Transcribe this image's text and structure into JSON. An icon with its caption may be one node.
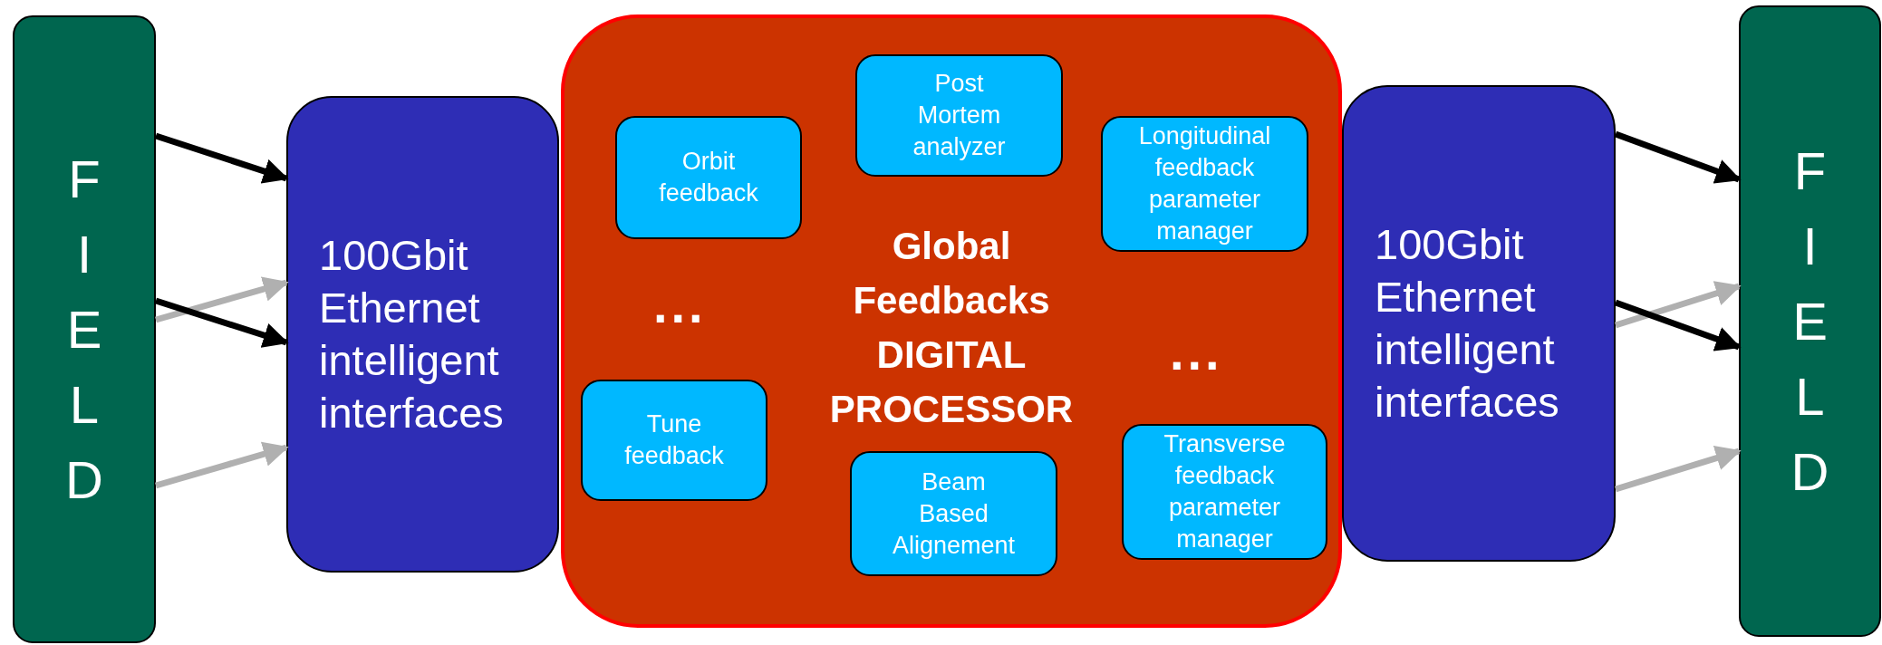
{
  "diagram": {
    "nodes": [
      {
        "text": [
          "FIELD"
        ]
      },
      {
        "text": [
          "100Gbit Ethernet intelligent interfaces"
        ]
      },
      {
        "text": [
          "Global Feedbacks DIGITAL PROCESSOR"
        ]
      },
      {
        "text": [
          "Post Mortem analyzer"
        ],
        "in": 2
      },
      {
        "text": [
          "Orbit feedback"
        ],
        "in": 2
      },
      {
        "text": [
          "Longitudinal feedback parameter manager"
        ],
        "in": 2
      },
      {
        "text": [
          "Tune feedback"
        ],
        "in": 2
      },
      {
        "text": [
          "Transverse feedback parameter manager"
        ],
        "in": 2
      },
      {
        "text": [
          "Beam Based Alignement"
        ],
        "in": 2
      },
      {
        "text": [
          "100Gbit Ethernet intelligent interfaces"
        ]
      },
      {
        "text": [
          "FIELD"
        ]
      }
    ],
    "edges": [
      {
        "from": 0,
        "to": 1,
        "arrow": "to"
      },
      {
        "from": 0,
        "to": 1,
        "arrow": "to",
        "color": "#b0b0b0"
      },
      {
        "from": 0,
        "to": 1,
        "arrow": "to"
      },
      {
        "from": 0,
        "to": 1,
        "arrow": "to",
        "color": "#b0b0b0"
      },
      {
        "from": 9,
        "to": 10,
        "arrow": "to"
      },
      {
        "from": 9,
        "to": 10,
        "arrow": "to",
        "color": "#b0b0b0"
      },
      {
        "from": 9,
        "to": 10,
        "arrow": "to"
      },
      {
        "from": 9,
        "to": 10,
        "arrow": "to",
        "color": "#b0b0b0"
      }
    ],
    "labels": [
      "...",
      "..."
    ]
  }
}
